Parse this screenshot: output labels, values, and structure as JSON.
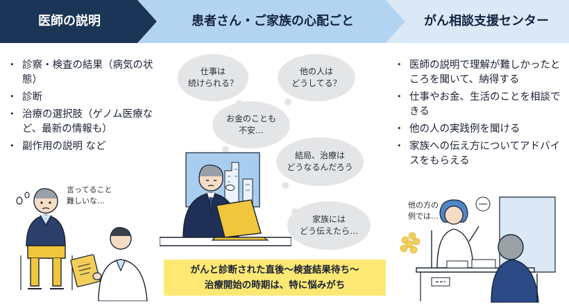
{
  "header": {
    "step1": "医師の説明",
    "step2": "患者さん・ご家族の心配ごと",
    "step3": "がん相談支援センター"
  },
  "colors": {
    "step1_bg": "#1b3556",
    "step2_bg": "#b3d4f1",
    "step3_bg": "#dbe9f7",
    "callout_bg": "#fde874",
    "cloud_bg": "#e4e5e7"
  },
  "doctor_column": {
    "items": [
      "診察・検査の結果（病気の状態）",
      "診断",
      "治療の選択肢（ゲノム医療など、最新の情報も）",
      "副作用の説明 など"
    ],
    "speech": "言ってること\n難しいな…"
  },
  "concerns_column": {
    "clouds": [
      "仕事は\n続けられる？",
      "他の人は\nどうしてる？",
      "お金のことも\n不安…",
      "結局、治療は\nどうなるんだろう",
      "家族には\nどう伝えたら…"
    ],
    "callout": {
      "line1": "がんと診断された直後〜検査結果待ち〜",
      "line2": "治療開始の時期は、特に悩みがち"
    }
  },
  "center_column": {
    "items": [
      "医師の説明で理解が難しかったところを聞いて、納得する",
      "仕事やお金、生活のことを相談できる",
      "他の人の実践例を聞ける",
      "家族への伝え方についてアドバイスをもらえる"
    ],
    "speech": "他の方の\n例では…"
  }
}
